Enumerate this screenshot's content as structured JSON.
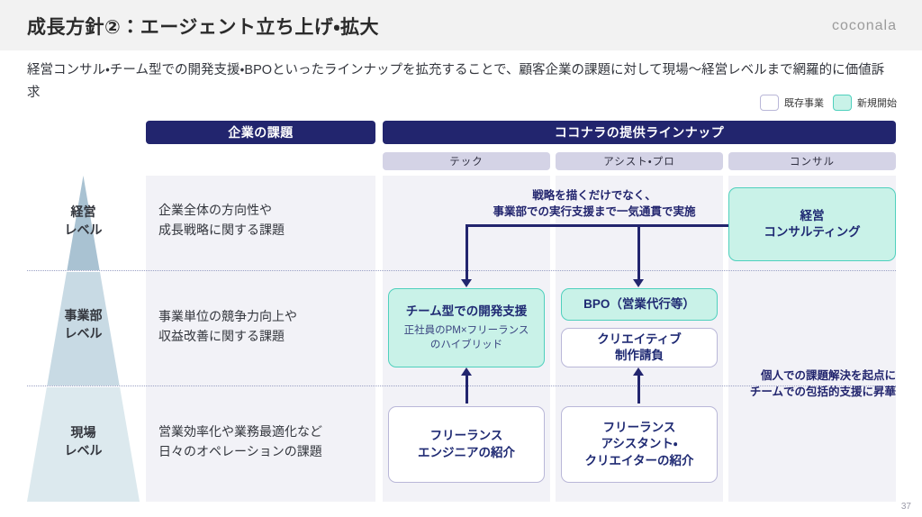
{
  "header": {
    "title": "成長方針②：エージェント立ち上げ・拡大",
    "logo": "coconala"
  },
  "lead": "経営コンサル・チーム型での開発支援・BPOといったラインナップを拡充することで、顧客企業の課題に対して現場〜経営レベルまで網羅的に価値訴求",
  "legend": {
    "existing_label": "既存事業",
    "new_label": "新規開始",
    "existing_color": "#ffffff",
    "existing_border": "#b9b7d8",
    "new_color": "#c9f2e8",
    "new_border": "#4fd0bd"
  },
  "columns": {
    "issues_header": "企業の課題",
    "lineup_header": "ココナラの提供ラインナップ",
    "sub_headers": [
      "テック",
      "アシスト・プロ",
      "コンサル"
    ]
  },
  "rows": [
    {
      "level_label": "経営\nレベル",
      "level_line1": "経営",
      "level_line2": "レベル",
      "issue_line1": "企業全体の方向性や",
      "issue_line2": "成長戦略に関する課題"
    },
    {
      "level_line1": "事業部",
      "level_line2": "レベル",
      "issue_line1": "事業単位の競争力向上や",
      "issue_line2": "収益改善に関する課題"
    },
    {
      "level_line1": "現場",
      "level_line2": "レベル",
      "issue_line1": "営業効率化や業務最適化など",
      "issue_line2": "日々のオペレーションの課題"
    }
  ],
  "cards": {
    "consulting": {
      "title_line1": "経営",
      "title_line2": "コンサルティング",
      "type": "new"
    },
    "team_dev": {
      "title": "チーム型での開発支援",
      "sub_line1": "正社員のPM×フリーランス",
      "sub_line2": "のハイブリッド",
      "type": "new"
    },
    "bpo": {
      "title": "BPO（営業代行等）",
      "type": "new"
    },
    "creative": {
      "title_line1": "クリエイティブ",
      "title_line2": "制作請負",
      "type": "existing"
    },
    "freelance_engineer": {
      "title_line1": "フリーランス",
      "title_line2": "エンジニアの紹介",
      "type": "existing"
    },
    "freelance_assistant": {
      "title_line1": "フリーランス",
      "title_line2": "アシスタント・",
      "title_line3": "クリエイターの紹介",
      "type": "existing"
    }
  },
  "annotations": {
    "top_line1": "戦略を描くだけでなく、",
    "top_line2": "事業部での実行支援まで一気通貫で実施",
    "right_line1": "個人での課題解決を起点に",
    "right_line2": "チームでの包括的支援に昇華"
  },
  "page_number": "37",
  "palette": {
    "navy": "#22256e",
    "teal": "#4fd0bd",
    "teal_fill": "#c9f2e8",
    "lavender_border": "#b9b7d8",
    "panel_bg": "#f2f2f7",
    "subhead_bg": "#d4d3e6"
  }
}
